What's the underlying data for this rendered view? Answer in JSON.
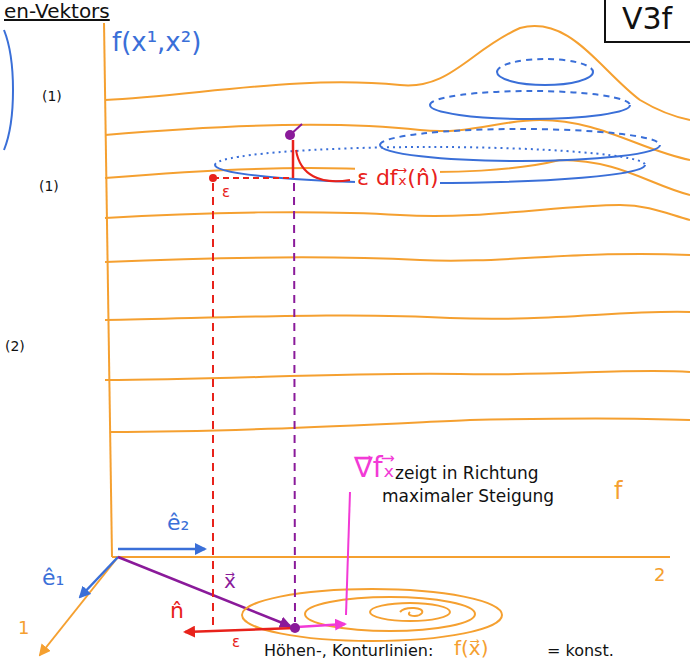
{
  "diagram": {
    "title": "en-Vektors",
    "labels": [
      "V3f",
      "(1)",
      "(1)",
      "(2)",
      "f(x¹,x²)",
      "ε",
      "ε dfₓ⃗(n̂)",
      "∇⃗fₓ⃗",
      "zeigt in Richtung maximaler Steigung",
      "f",
      "ê₂",
      "2",
      "ê₁",
      "x⃗",
      "1",
      "n̂",
      "ε",
      "Höhen-, Konturlinien:",
      "f(x⃗)",
      "= konst."
    ]
  }
}
